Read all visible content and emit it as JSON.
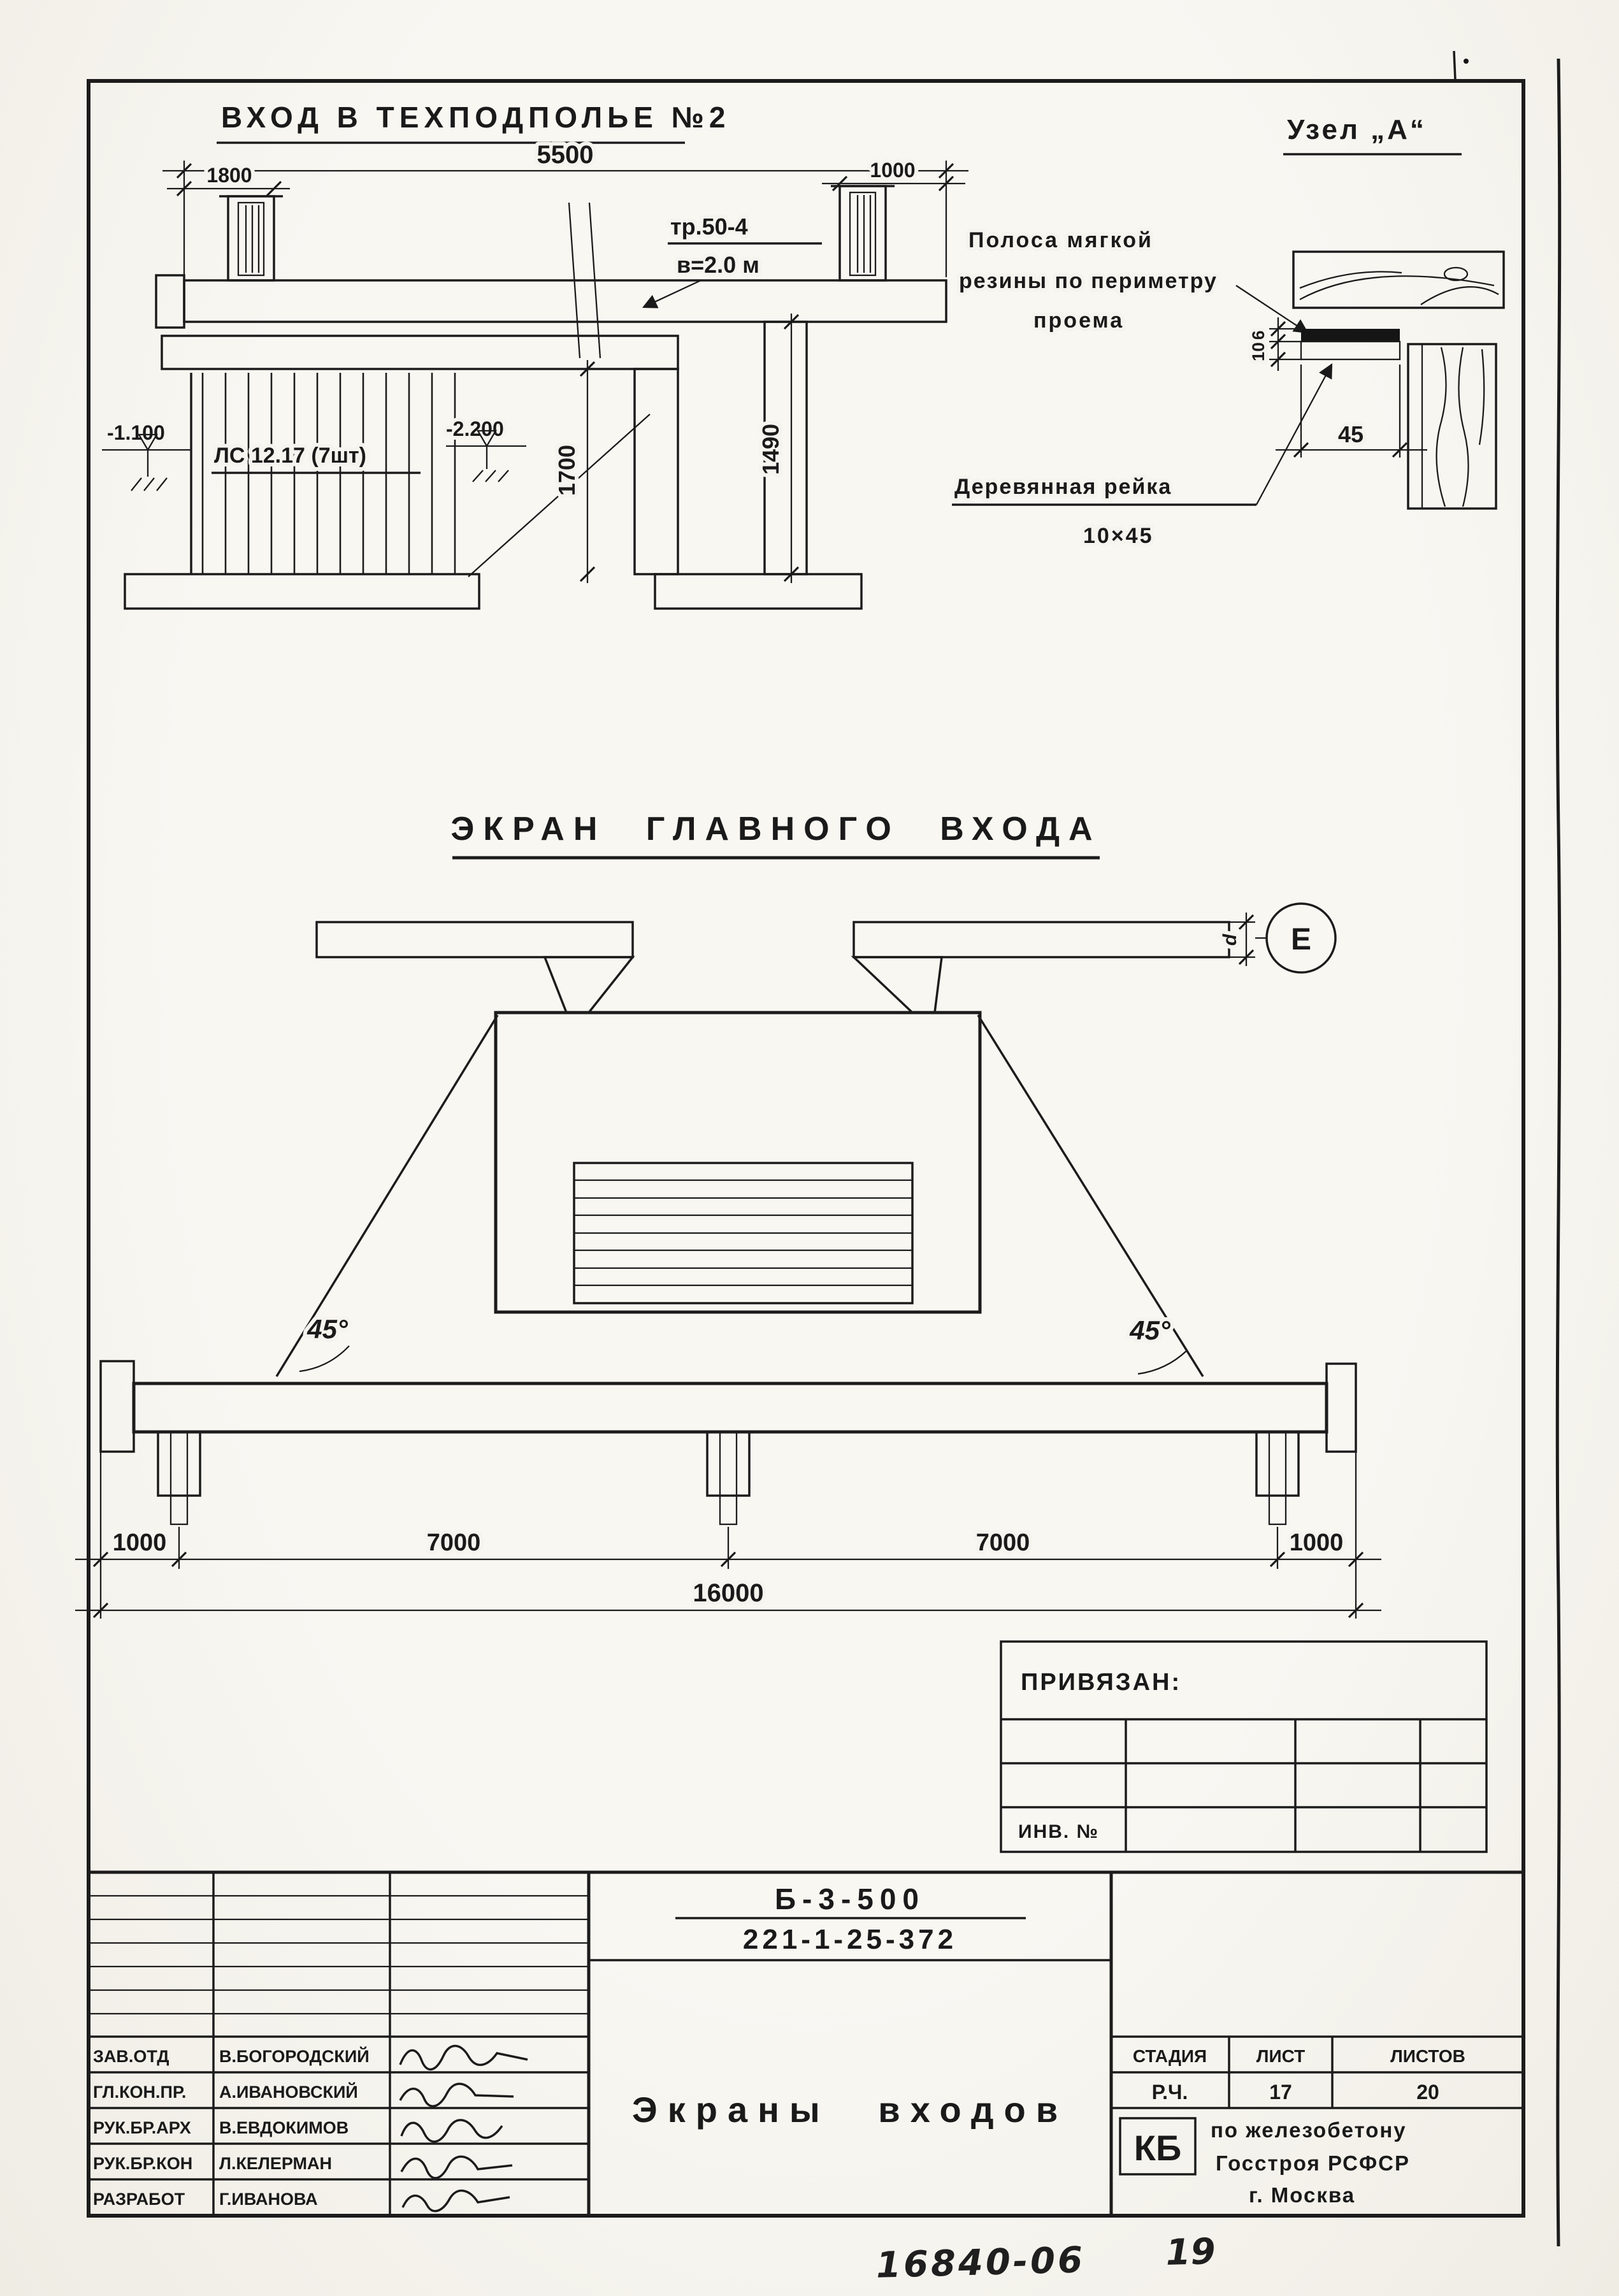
{
  "drawing_entrance": {
    "title": "ВХОД В ТЕХПОДПОЛЬЕ №2",
    "dim_total": "5500",
    "dim_left": "1800",
    "dim_right": "1000",
    "dim_h1": "1700",
    "dim_h2": "1490",
    "lintel_line1": "тр.50-4",
    "lintel_line2": "в=2.0 м",
    "stairs_label": "ЛС 12.17 (7шт)",
    "level_upper": "-1.100",
    "level_lower": "-2.200"
  },
  "node_a": {
    "title": "Узел „А“",
    "callout_line1": "Полоса мягкой",
    "callout_line2": "резины по периметру",
    "callout_line3": "проема",
    "lath_line1": "Деревянная рейка",
    "lath_line2": "10×45",
    "dim_width": "45",
    "dim_rubber": "6",
    "dim_lath": "10"
  },
  "screen": {
    "title": "ЭКРАН ГЛАВНОГО ВХОДА",
    "angle_left": "45°",
    "angle_right": "45°",
    "section_marker": "Е",
    "thickness_label": "d",
    "dim_seg1": "1000",
    "dim_seg2": "7000",
    "dim_seg3": "7000",
    "dim_seg4": "1000",
    "dim_total": "16000"
  },
  "binding": {
    "title": "ПРИВЯЗАН:",
    "inventory_label": "ИНВ. №"
  },
  "title_block": {
    "code_top": "Б-3-500",
    "code_bottom": "221-1-25-372",
    "doc_title": "Экраны входов",
    "stage_label": "СТАДИЯ",
    "sheet_label": "ЛИСТ",
    "sheets_label": "ЛИСТОВ",
    "stage_value": "Р.Ч.",
    "sheet_value": "17",
    "sheets_value": "20",
    "org_logo": "КБ",
    "org_line1": "по железобетону",
    "org_line2": "Госстроя РСФСР",
    "org_line3": "г. Москва",
    "signers": [
      {
        "role": "ЗАВ.ОТД",
        "name": "В.БОГОРОДСКИЙ"
      },
      {
        "role": "ГЛ.КОН.ПР.",
        "name": "А.ИВАНОВСКИЙ"
      },
      {
        "role": "РУК.БР.АРХ",
        "name": "В.ЕВДОКИМОВ"
      },
      {
        "role": "РУК.БР.КОН",
        "name": "Л.КЕЛЕРМАН"
      },
      {
        "role": "РАЗРАБОТ",
        "name": "Г.ИВАНОВА"
      }
    ]
  },
  "notes": {
    "handwritten_code": "16840-06",
    "handwritten_page": "19"
  }
}
